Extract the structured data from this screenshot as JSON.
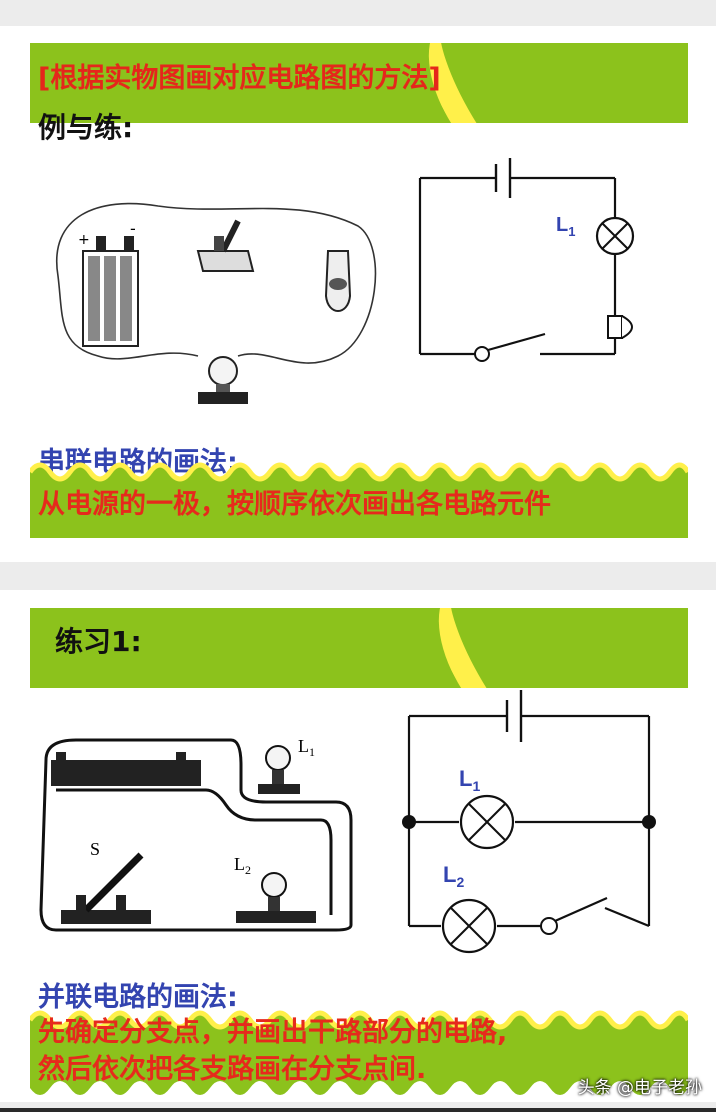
{
  "slide1": {
    "title": "[根据实物图画对应电路图的方法]",
    "subtitle": "例与练:",
    "diagram_labels": {
      "plus": "+",
      "minus": "-",
      "lamp": "L1",
      "lamp_letter": "L",
      "lamp_sub": "1"
    },
    "method_label": "串联电路的画法:",
    "method_text": "从电源的一极，按顺序依次画出各电路元件"
  },
  "slide2": {
    "title": "练习1:",
    "diagram_labels": {
      "photo_l1_letter": "L",
      "photo_l1_sub": "1",
      "photo_l2_letter": "L",
      "photo_l2_sub": "2",
      "photo_s": "S",
      "schem_l1_letter": "L",
      "schem_l1_sub": "1",
      "schem_l2_letter": "L",
      "schem_l2_sub": "2"
    },
    "method_label": "并联电路的画法:",
    "method_line1": "先确定分支点，并画出干路部分的电路,",
    "method_line2": "然后依次把各支路画在分支点间."
  },
  "watermark": "头条 @电子老孙",
  "colors": {
    "green": "#8cc21c",
    "yellow": "#fff04a",
    "red": "#e5271b",
    "blue": "#3344b0"
  }
}
